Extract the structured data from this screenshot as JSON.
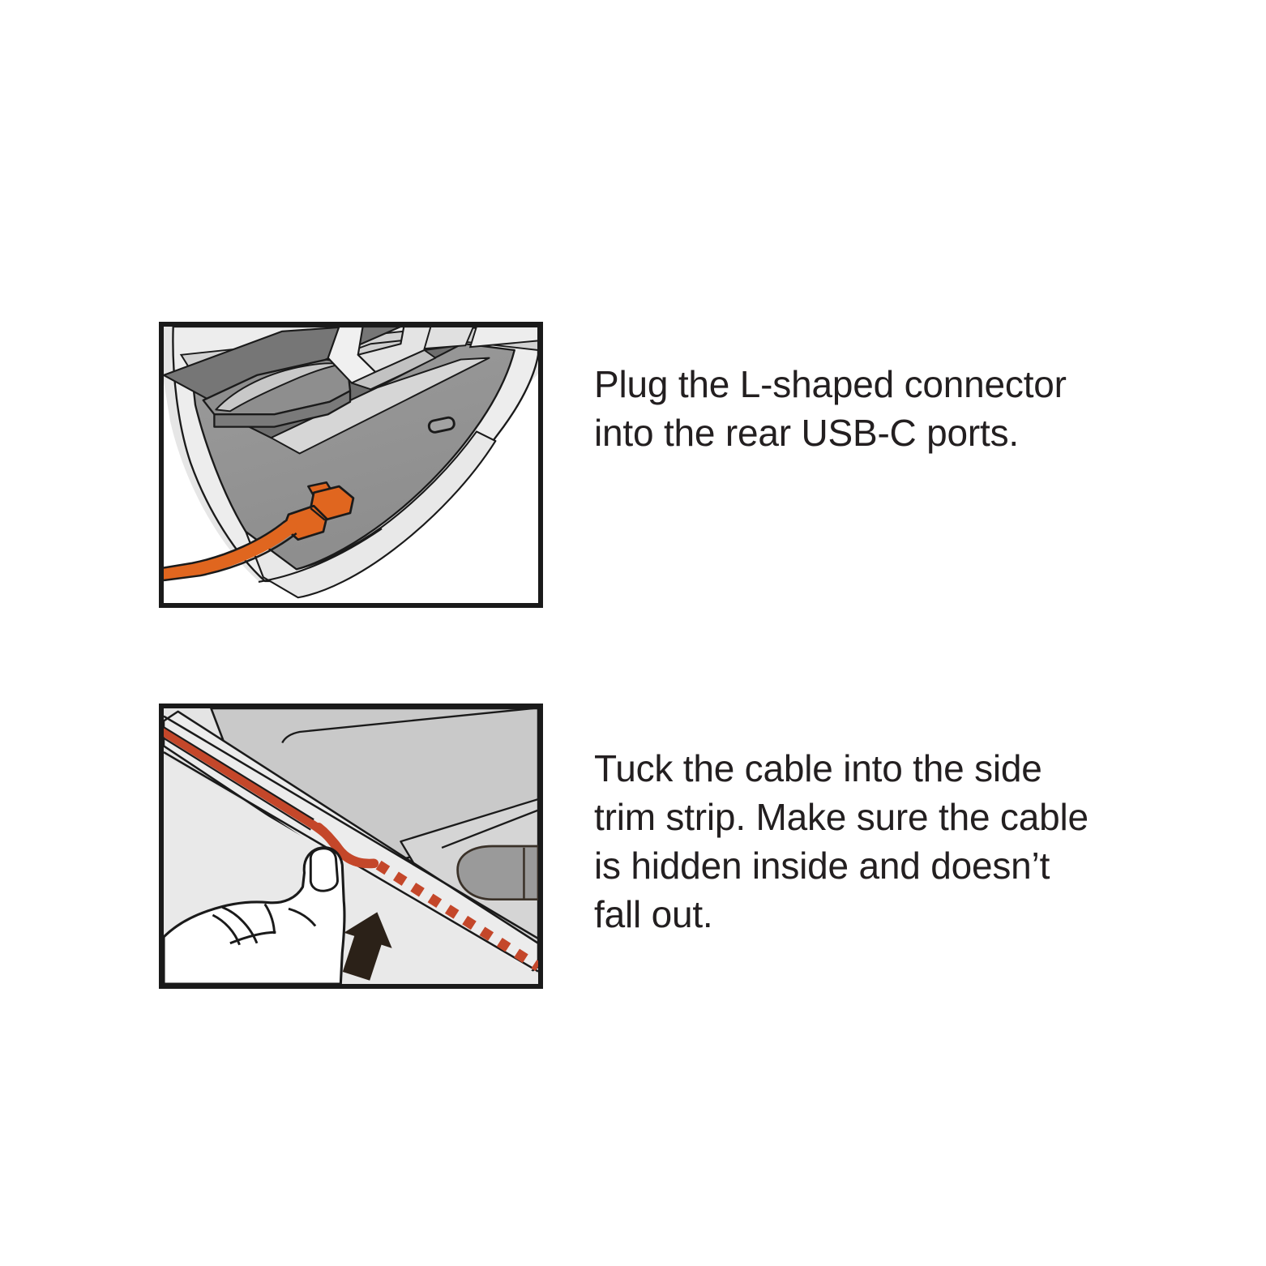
{
  "document": {
    "type": "instructional-diagram",
    "background_color": "#ffffff",
    "text_color": "#231f20",
    "panel_border_color": "#1a1a1a"
  },
  "palette": {
    "cable_orange": "#E0661F",
    "cable_rust": "#C4472A",
    "device_light": "#E3E3E3",
    "device_mid": "#C6C6C6",
    "device_gray": "#9C9C9C",
    "device_dark": "#7B7B7B",
    "device_darker": "#6E6E6E",
    "outline": "#1a1a1a",
    "white": "#ffffff"
  },
  "steps": [
    {
      "id": "step-1",
      "caption": "Plug the L-shaped connector\ninto the rear USB-C ports.",
      "illustration": {
        "name": "laptop-rear-usbc-connector",
        "elements": [
          "device-rear-edge",
          "cooling-slats",
          "l-shaped-connector",
          "orange-cable",
          "empty-usb-c-port"
        ]
      }
    },
    {
      "id": "step-2",
      "caption": "Tuck the cable into the side\ntrim strip. Make sure the cable\nis hidden inside and doesn’t\nfall out.",
      "illustration": {
        "name": "finger-tucking-cable-into-trim",
        "elements": [
          "device-side-trim-strip",
          "trackpad-surface",
          "orange-cable-visible",
          "orange-cable-hidden-dashed",
          "thumb-pressing",
          "direction-arrow-up"
        ]
      }
    }
  ]
}
